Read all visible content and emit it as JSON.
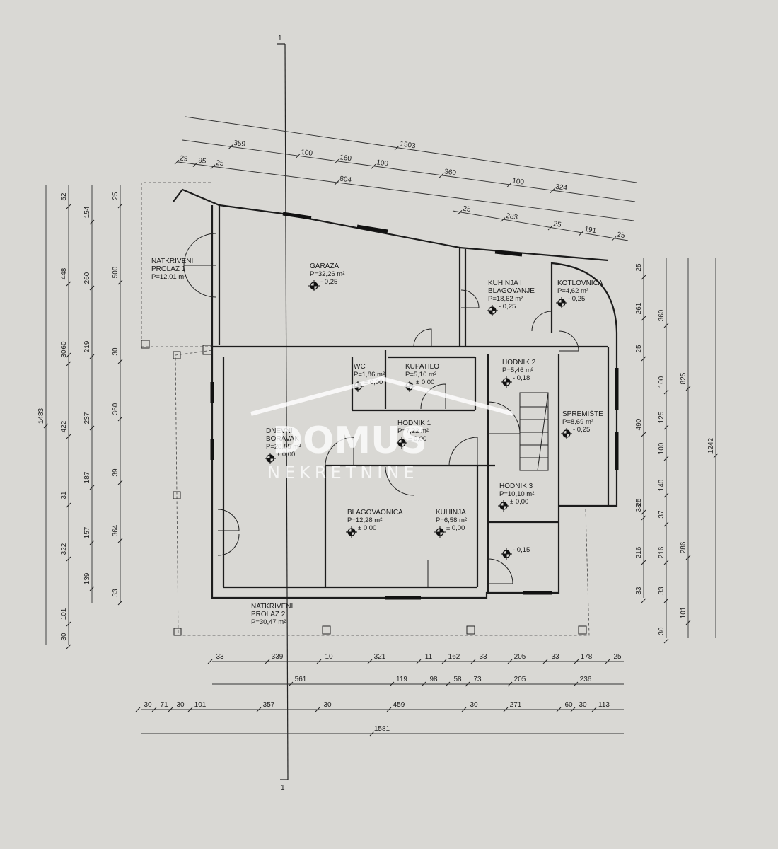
{
  "section_marker": "1",
  "watermark": {
    "brand": "DOMUS",
    "sub": "NEKRETNINE"
  },
  "rooms": [
    {
      "id": "natkriveni-prolaz-1",
      "name_lines": [
        "NATKRIVENI",
        "PROLAZ 1"
      ],
      "area": "P=12,01 m²",
      "level": ""
    },
    {
      "id": "garaza",
      "name_lines": [
        "GARAŽA"
      ],
      "area": "P=32,26 m²",
      "level": "- 0,25"
    },
    {
      "id": "kuhinja-i-blagovanje",
      "name_lines": [
        "KUHINJA I",
        "BLAGOVANJE"
      ],
      "area": "P=18,62 m²",
      "level": "- 0,25"
    },
    {
      "id": "kotlovnica",
      "name_lines": [
        "KOTLOVNICA"
      ],
      "area": "P=4,62 m²",
      "level": "- 0,25"
    },
    {
      "id": "wc",
      "name_lines": [
        "WC"
      ],
      "area": "P=1,86 m²",
      "level": "± 0,00"
    },
    {
      "id": "kupatilo",
      "name_lines": [
        "KUPATILO"
      ],
      "area": "P=5,10 m²",
      "level": "± 0,00"
    },
    {
      "id": "hodnik-2",
      "name_lines": [
        "HODNIK 2"
      ],
      "area": "P=5,46 m²",
      "level": "- 0,18"
    },
    {
      "id": "spremiste",
      "name_lines": [
        "SPREMIŠTE"
      ],
      "area": "P=8,69 m²",
      "level": "- 0,25"
    },
    {
      "id": "hodnik-1",
      "name_lines": [
        "HODNIK 1"
      ],
      "area": "P=7,22 m²",
      "level": "± 0,00"
    },
    {
      "id": "dnevni-boravak",
      "name_lines": [
        "DNEVNI",
        "BORAVAK"
      ],
      "area": "P=28,85 m²",
      "level": "± 0,00"
    },
    {
      "id": "hodnik-3",
      "name_lines": [
        "HODNIK 3"
      ],
      "area": "P=10,10 m²",
      "level": "± 0,00"
    },
    {
      "id": "blagovaonica",
      "name_lines": [
        "BLAGOVAONICA"
      ],
      "area": "P=12,28 m²",
      "level": "± 0,00"
    },
    {
      "id": "kuhinja",
      "name_lines": [
        "KUHINJA"
      ],
      "area": "P=6,58 m²",
      "level": "± 0,00"
    },
    {
      "id": "ostava",
      "name_lines": [],
      "area": "",
      "level": "- 0,15"
    },
    {
      "id": "natkriveni-prolaz-2",
      "name_lines": [
        "NATKRIVENI",
        "PROLAZ 2"
      ],
      "area": "P=30,47 m²",
      "level": ""
    }
  ],
  "dimensions": {
    "top": [
      [
        "1503"
      ],
      [
        "359",
        "100",
        "160",
        "100",
        "360",
        "100",
        "324"
      ],
      [
        "29",
        "95",
        "25",
        "804"
      ],
      [
        "25",
        "283",
        "25",
        "191",
        "25"
      ]
    ],
    "left": [
      [
        "1483"
      ],
      [
        "52",
        "448",
        "30",
        "60",
        "422",
        "31",
        "322",
        "101",
        "30"
      ],
      [
        "154",
        "260",
        "219",
        "237",
        "187",
        "157",
        "139"
      ],
      [
        "25",
        "500",
        "30",
        "360",
        "39",
        "364",
        "33"
      ]
    ],
    "right": [
      [
        "25",
        "261",
        "25",
        "490",
        "33",
        "25",
        "216",
        "33"
      ],
      [
        "360",
        "100",
        "125",
        "100",
        "140",
        "37",
        "216",
        "33",
        "30"
      ],
      [
        "825",
        "286",
        "101"
      ],
      [
        "1242"
      ]
    ],
    "bottom": [
      [
        "33",
        "339",
        "10",
        "321",
        "11",
        "162",
        "33",
        "205",
        "33",
        "178",
        "25"
      ],
      [
        "561",
        "119",
        "98",
        "58",
        "73",
        "205",
        "236"
      ],
      [
        "30",
        "71",
        "30",
        "101",
        "357",
        "30",
        "459",
        "30",
        "271",
        "60",
        "30",
        "113"
      ],
      [
        "1581"
      ]
    ]
  },
  "colors": {
    "paper": "#d9d8d4",
    "ink": "#1c1c1c"
  }
}
